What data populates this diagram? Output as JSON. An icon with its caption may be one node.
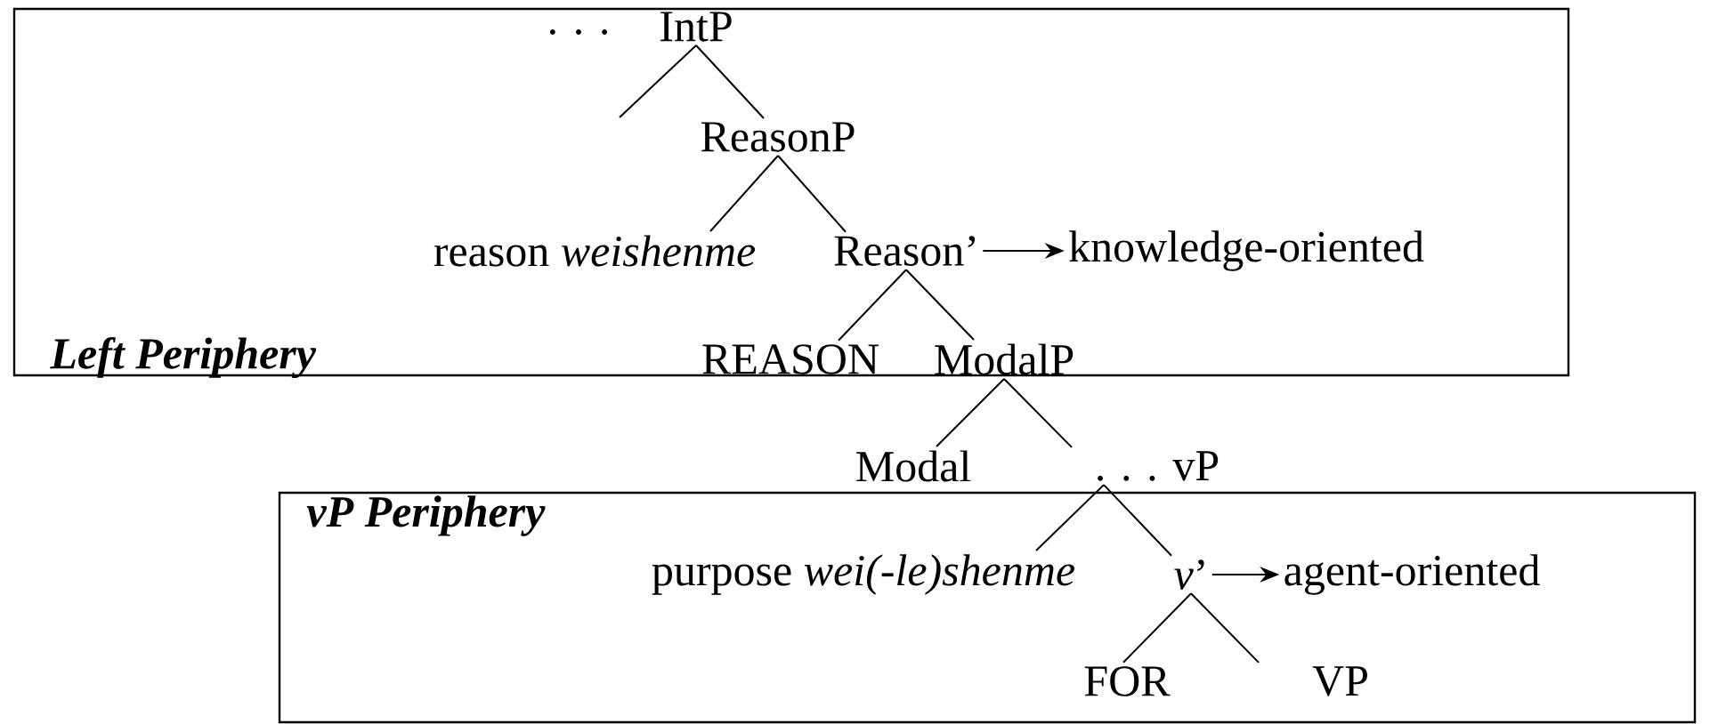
{
  "diagram": {
    "nodes": [
      {
        "text": [
          "Left Periphery"
        ]
      },
      {
        "text": [
          "IntP"
        ],
        "in": 0
      },
      {
        "text": [
          "ReasonP"
        ],
        "in": 0
      },
      {
        "text": [
          "reason *weishenme*"
        ],
        "in": 0
      },
      {
        "text": [
          "Reason’"
        ],
        "in": 0
      },
      {
        "text": [
          "knowledge-oriented"
        ],
        "in": 0
      },
      {
        "text": [
          "REASON"
        ],
        "in": 0
      },
      {
        "text": [
          "ModalP"
        ],
        "in": 0
      },
      {
        "text": [
          "Modal"
        ]
      },
      {
        "text": [
          ". . . vP"
        ]
      },
      {
        "text": [
          "vP Periphery"
        ]
      },
      {
        "text": [
          "purpose *wei(-le)shenme*"
        ],
        "in": 10
      },
      {
        "text": [
          "*v*’"
        ],
        "in": 10
      },
      {
        "text": [
          "agent-oriented"
        ],
        "in": 10
      },
      {
        "text": [
          "FOR"
        ],
        "in": 10
      },
      {
        "text": [
          "VP"
        ],
        "in": 10
      }
    ],
    "edges": [
      {
        "from": 1,
        "to": null,
        "arrow": "none"
      },
      {
        "from": 1,
        "to": 2,
        "arrow": "none"
      },
      {
        "from": 2,
        "to": 3,
        "arrow": "none"
      },
      {
        "from": 2,
        "to": 4,
        "arrow": "none"
      },
      {
        "from": 4,
        "to": 5,
        "arrow": "to"
      },
      {
        "from": 4,
        "to": 6,
        "arrow": "none"
      },
      {
        "from": 4,
        "to": 7,
        "arrow": "none"
      },
      {
        "from": 7,
        "to": 8,
        "arrow": "none"
      },
      {
        "from": 7,
        "to": 9,
        "arrow": "none"
      },
      {
        "from": 9,
        "to": 11,
        "arrow": "none"
      },
      {
        "from": 9,
        "to": 12,
        "arrow": "none"
      },
      {
        "from": 12,
        "to": 13,
        "arrow": "to"
      },
      {
        "from": 12,
        "to": 14,
        "arrow": "none"
      },
      {
        "from": 12,
        "to": 15,
        "arrow": "none"
      }
    ],
    "labels": [
      ". . ."
    ]
  }
}
